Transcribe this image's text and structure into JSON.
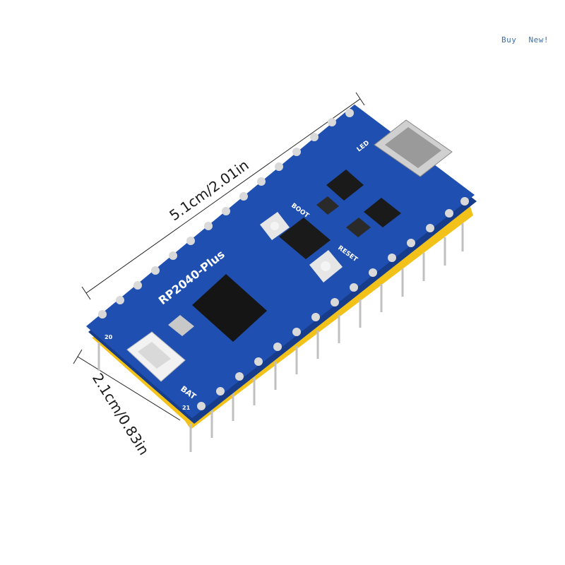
{
  "badge": {
    "buy": "Buy",
    "new": "New!"
  },
  "dimensions": {
    "length": "5.1cm/2.01in",
    "width": "2.1cm/0.83in"
  },
  "board": {
    "name": "RP2040-Plus",
    "labels": {
      "led": "LED",
      "boot": "BOOT",
      "reset": "RESET",
      "bat": "BAT",
      "pin20": "20",
      "pin21": "21"
    },
    "colors": {
      "pcb": "#1f4fb0",
      "pcb_edge": "#173c8a",
      "pad": "#d9d9d9",
      "header": "#f2c21a",
      "pin": "#bfbfbf"
    }
  }
}
